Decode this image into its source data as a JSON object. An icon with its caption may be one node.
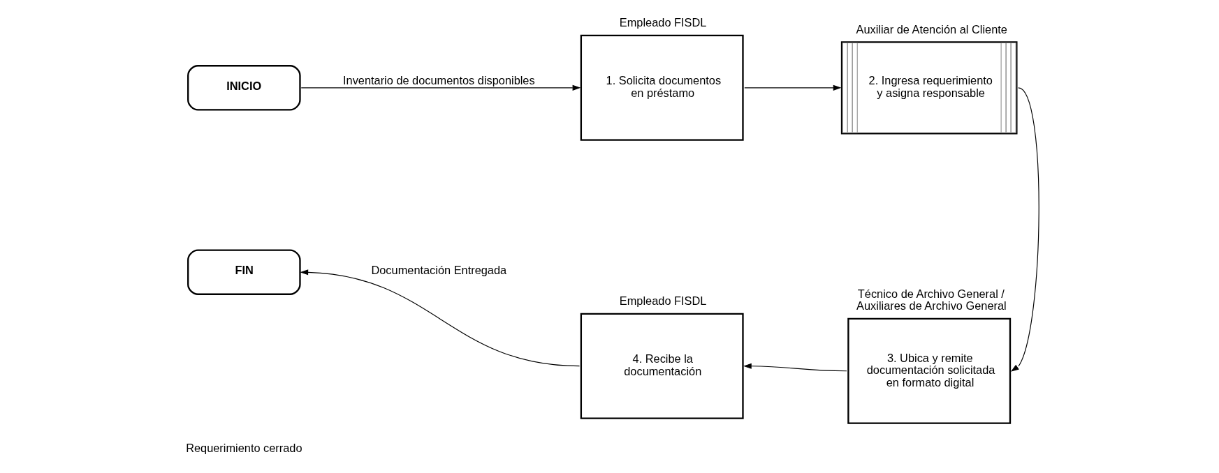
{
  "diagram": {
    "nodes": [
      {
        "text": [
          "INICIO"
        ]
      },
      {
        "text": [
          "Empleado FISDL",
          "1. Solicita documentos en préstamo"
        ]
      },
      {
        "text": [
          "Auxiliar de Atención al Cliente",
          "2. Ingresa requerimiento y asigna responsable"
        ]
      },
      {
        "text": [
          "Técnico de Archivo General / Auxiliares de Archivo General",
          "3. Ubica y remite documentación solicitada en formato digital"
        ]
      },
      {
        "text": [
          "Empleado FISDL",
          "4. Recibe la documentación"
        ]
      },
      {
        "text": [
          "FIN"
        ]
      }
    ],
    "edges": [
      {
        "from": 0,
        "to": 1,
        "arrow": "to",
        "label": "Inventario de documentos disponibles"
      },
      {
        "from": 1,
        "to": 2,
        "arrow": "to"
      },
      {
        "from": 2,
        "to": 3,
        "arrow": "to"
      },
      {
        "from": 3,
        "to": 4,
        "arrow": "to"
      },
      {
        "from": 4,
        "to": 5,
        "arrow": "to",
        "label": "Documentación Entregada"
      }
    ],
    "labels": [
      "Requerimiento cerrado"
    ]
  }
}
